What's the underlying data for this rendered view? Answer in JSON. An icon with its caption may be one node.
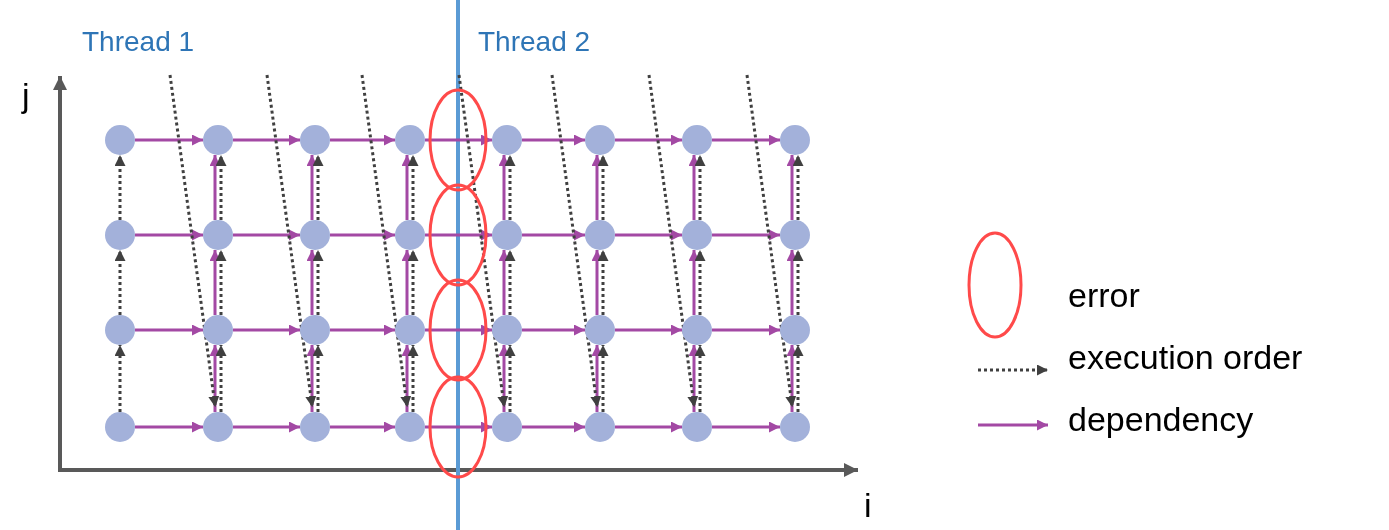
{
  "diagram": {
    "nodes": [
      {
        "text": [],
        "shape": "circle"
      },
      {
        "text": [],
        "shape": "circle"
      },
      {
        "text": [],
        "shape": "circle"
      },
      {
        "text": [],
        "shape": "circle"
      },
      {
        "text": [],
        "shape": "circle"
      },
      {
        "text": [],
        "shape": "circle"
      },
      {
        "text": [],
        "shape": "circle"
      },
      {
        "text": [],
        "shape": "circle"
      },
      {
        "text": [],
        "shape": "circle"
      },
      {
        "text": [],
        "shape": "circle"
      },
      {
        "text": [],
        "shape": "circle"
      },
      {
        "text": [],
        "shape": "circle"
      },
      {
        "text": [],
        "shape": "circle"
      },
      {
        "text": [],
        "shape": "circle"
      },
      {
        "text": [],
        "shape": "circle"
      },
      {
        "text": [],
        "shape": "circle"
      },
      {
        "text": [],
        "shape": "circle"
      },
      {
        "text": [],
        "shape": "circle"
      },
      {
        "text": [],
        "shape": "circle"
      },
      {
        "text": [],
        "shape": "circle"
      },
      {
        "text": [],
        "shape": "circle"
      },
      {
        "text": [],
        "shape": "circle"
      },
      {
        "text": [],
        "shape": "circle"
      },
      {
        "text": [],
        "shape": "circle"
      },
      {
        "text": [],
        "shape": "circle"
      },
      {
        "text": [],
        "shape": "circle"
      },
      {
        "text": [],
        "shape": "circle"
      },
      {
        "text": [],
        "shape": "circle"
      },
      {
        "text": [],
        "shape": "circle"
      },
      {
        "text": [],
        "shape": "circle"
      },
      {
        "text": [],
        "shape": "circle"
      },
      {
        "text": [],
        "shape": "circle"
      }
    ],
    "edges": [
      {
        "from": 0,
        "to": 1,
        "arrow": "to"
      },
      {
        "from": 1,
        "to": 2,
        "arrow": "to"
      },
      {
        "from": 2,
        "to": 3,
        "arrow": "to"
      },
      {
        "from": 3,
        "to": 4,
        "arrow": "to"
      },
      {
        "from": 4,
        "to": 5,
        "arrow": "to"
      },
      {
        "from": 5,
        "to": 6,
        "arrow": "to"
      },
      {
        "from": 6,
        "to": 7,
        "arrow": "to"
      },
      {
        "from": 8,
        "to": 9,
        "arrow": "to"
      },
      {
        "from": 9,
        "to": 10,
        "arrow": "to"
      },
      {
        "from": 10,
        "to": 11,
        "arrow": "to"
      },
      {
        "from": 11,
        "to": 12,
        "arrow": "to"
      },
      {
        "from": 12,
        "to": 13,
        "arrow": "to"
      },
      {
        "from": 13,
        "to": 14,
        "arrow": "to"
      },
      {
        "from": 14,
        "to": 15,
        "arrow": "to"
      },
      {
        "from": 16,
        "to": 17,
        "arrow": "to"
      },
      {
        "from": 17,
        "to": 18,
        "arrow": "to"
      },
      {
        "from": 18,
        "to": 19,
        "arrow": "to"
      },
      {
        "from": 19,
        "to": 20,
        "arrow": "to"
      },
      {
        "from": 20,
        "to": 21,
        "arrow": "to"
      },
      {
        "from": 21,
        "to": 22,
        "arrow": "to"
      },
      {
        "from": 22,
        "to": 23,
        "arrow": "to"
      },
      {
        "from": 24,
        "to": 25,
        "arrow": "to"
      },
      {
        "from": 25,
        "to": 26,
        "arrow": "to"
      },
      {
        "from": 26,
        "to": 27,
        "arrow": "to"
      },
      {
        "from": 27,
        "to": 28,
        "arrow": "to"
      },
      {
        "from": 28,
        "to": 29,
        "arrow": "to"
      },
      {
        "from": 29,
        "to": 30,
        "arrow": "to"
      },
      {
        "from": 30,
        "to": 31,
        "arrow": "to"
      },
      {
        "from": 24,
        "to": 16,
        "arrow": "to",
        "style": "dashed",
        "color": "#404040"
      },
      {
        "from": 16,
        "to": 8,
        "arrow": "to",
        "style": "dashed",
        "color": "#404040"
      },
      {
        "from": 8,
        "to": 0,
        "arrow": "to",
        "style": "dashed",
        "color": "#404040"
      },
      {
        "from": 25,
        "to": 17,
        "arrow": "to"
      },
      {
        "from": 25,
        "to": 17,
        "arrow": "to",
        "style": "dashed",
        "color": "#404040"
      },
      {
        "from": 17,
        "to": 9,
        "arrow": "to"
      },
      {
        "from": 17,
        "to": 9,
        "arrow": "to",
        "style": "dashed",
        "color": "#404040"
      },
      {
        "from": 9,
        "to": 1,
        "arrow": "to"
      },
      {
        "from": 9,
        "to": 1,
        "arrow": "to",
        "style": "dashed",
        "color": "#404040"
      },
      {
        "from": 26,
        "to": 18,
        "arrow": "to"
      },
      {
        "from": 26,
        "to": 18,
        "arrow": "to",
        "style": "dashed",
        "color": "#404040"
      },
      {
        "from": 18,
        "to": 10,
        "arrow": "to"
      },
      {
        "from": 18,
        "to": 10,
        "arrow": "to",
        "style": "dashed",
        "color": "#404040"
      },
      {
        "from": 10,
        "to": 2,
        "arrow": "to"
      },
      {
        "from": 10,
        "to": 2,
        "arrow": "to",
        "style": "dashed",
        "color": "#404040"
      },
      {
        "from": 27,
        "to": 19,
        "arrow": "to"
      },
      {
        "from": 27,
        "to": 19,
        "arrow": "to",
        "style": "dashed",
        "color": "#404040"
      },
      {
        "from": 19,
        "to": 11,
        "arrow": "to"
      },
      {
        "from": 19,
        "to": 11,
        "arrow": "to",
        "style": "dashed",
        "color": "#404040"
      },
      {
        "from": 11,
        "to": 3,
        "arrow": "to"
      },
      {
        "from": 11,
        "to": 3,
        "arrow": "to",
        "style": "dashed",
        "color": "#404040"
      },
      {
        "from": 28,
        "to": 20,
        "arrow": "to"
      },
      {
        "from": 28,
        "to": 20,
        "arrow": "to",
        "style": "dashed",
        "color": "#404040"
      },
      {
        "from": 20,
        "to": 12,
        "arrow": "to"
      },
      {
        "from": 20,
        "to": 12,
        "arrow": "to",
        "style": "dashed",
        "color": "#404040"
      },
      {
        "from": 12,
        "to": 4,
        "arrow": "to"
      },
      {
        "from": 12,
        "to": 4,
        "arrow": "to",
        "style": "dashed",
        "color": "#404040"
      },
      {
        "from": 29,
        "to": 21,
        "arrow": "to"
      },
      {
        "from": 29,
        "to": 21,
        "arrow": "to",
        "style": "dashed",
        "color": "#404040"
      },
      {
        "from": 21,
        "to": 13,
        "arrow": "to"
      },
      {
        "from": 21,
        "to": 13,
        "arrow": "to",
        "style": "dashed",
        "color": "#404040"
      },
      {
        "from": 13,
        "to": 5,
        "arrow": "to"
      },
      {
        "from": 13,
        "to": 5,
        "arrow": "to",
        "style": "dashed",
        "color": "#404040"
      },
      {
        "from": 30,
        "to": 22,
        "arrow": "to"
      },
      {
        "from": 30,
        "to": 22,
        "arrow": "to",
        "style": "dashed",
        "color": "#404040"
      },
      {
        "from": 22,
        "to": 14,
        "arrow": "to"
      },
      {
        "from": 22,
        "to": 14,
        "arrow": "to",
        "style": "dashed",
        "color": "#404040"
      },
      {
        "from": 14,
        "to": 6,
        "arrow": "to"
      },
      {
        "from": 14,
        "to": 6,
        "arrow": "to",
        "style": "dashed",
        "color": "#404040"
      },
      {
        "from": 31,
        "to": 23,
        "arrow": "to"
      },
      {
        "from": 31,
        "to": 23,
        "arrow": "to",
        "style": "dashed",
        "color": "#404040"
      },
      {
        "from": 23,
        "to": 15,
        "arrow": "to"
      },
      {
        "from": 23,
        "to": 15,
        "arrow": "to",
        "style": "dashed",
        "color": "#404040"
      },
      {
        "from": 15,
        "to": 7,
        "arrow": "to"
      },
      {
        "from": 15,
        "to": 7,
        "arrow": "to",
        "style": "dashed",
        "color": "#404040"
      },
      {
        "from": null,
        "to": 25,
        "arrow": "to",
        "style": "dashed",
        "color": "#404040"
      },
      {
        "from": null,
        "to": 26,
        "arrow": "to",
        "style": "dashed",
        "color": "#404040"
      },
      {
        "from": null,
        "to": 27,
        "arrow": "to",
        "style": "dashed",
        "color": "#404040"
      },
      {
        "from": null,
        "to": 28,
        "arrow": "to",
        "style": "dashed",
        "color": "#404040"
      },
      {
        "from": null,
        "to": 29,
        "arrow": "to",
        "style": "dashed",
        "color": "#404040"
      },
      {
        "from": null,
        "to": 30,
        "arrow": "to",
        "style": "dashed",
        "color": "#404040"
      },
      {
        "from": null,
        "to": 31,
        "arrow": "to",
        "style": "dashed",
        "color": "#404040"
      }
    ],
    "labels": [
      "Thread 1",
      "Thread 2",
      "j",
      "i"
    ],
    "legend": [
      {
        "text": "error"
      },
      {
        "text": "execution order"
      },
      {
        "text": "dependency"
      }
    ]
  }
}
